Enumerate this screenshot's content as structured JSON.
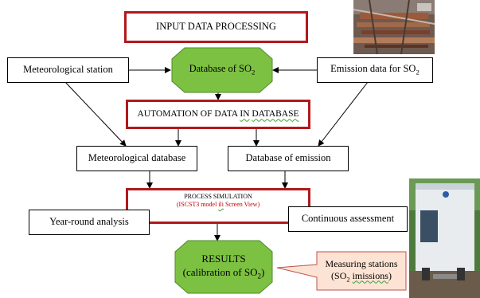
{
  "nodes": {
    "input_processing": "INPUT DATA PROCESSING",
    "met_station": "Meteorological station",
    "db_so2_prefix": "Database of SO",
    "db_so2_sub": "2",
    "emission_prefix": "Emission data for SO",
    "emission_sub": "2",
    "automation_a": "AUTOMATION OF DATA ",
    "automation_b": "IN",
    "automation_c": " ",
    "automation_d": "DATABASE",
    "met_database": "Meteorological database",
    "db_emission": "Database of emission",
    "process_title": "PROCESS SIMULATION",
    "process_sub_a": "(ISCST3 model ",
    "process_sub_b": "ili",
    "process_sub_c": " Screen View)",
    "year_round": "Year-round analysis",
    "continuous": "Continuous assessment",
    "results_title": "RESULTS",
    "results_sub_prefix": "(calibration of SO",
    "results_sub_sub": "2",
    "results_sub_suffix": ")",
    "measuring_line1": "Measuring stations",
    "measuring_line2_prefix": "(SO",
    "measuring_line2_sub": "2",
    "measuring_line2_space": " ",
    "measuring_line2_word": "imissions",
    "measuring_line2_suffix": ")"
  },
  "colors": {
    "red_border": "#b0191d",
    "green_fill": "#7dc142",
    "callout_fill": "#fde3d3",
    "callout_border": "#c0504d"
  },
  "icons": {
    "top_photo": "industrial-plant-photo",
    "right_photo": "measuring-station-photo"
  }
}
